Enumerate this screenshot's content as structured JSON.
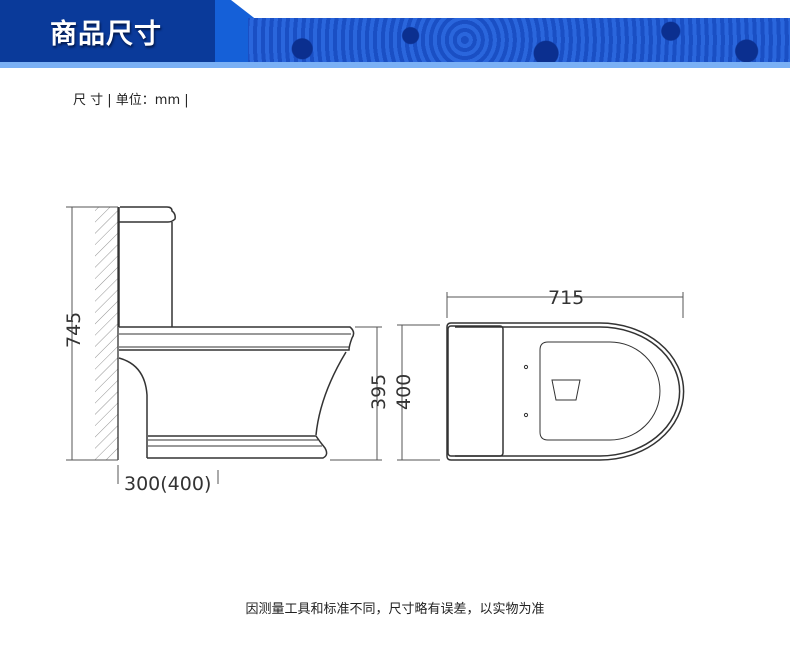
{
  "header": {
    "title": "商品尺寸"
  },
  "units_label": "尺 寸 | 单位：mm |",
  "dimensions": {
    "height": "745",
    "wall_distance": "300(400)",
    "seat_height": "395",
    "total_seat_height": "400",
    "length": "715"
  },
  "note": "因测量工具和标准不同，尺寸略有误差，以实物为准",
  "colors": {
    "header_dark": "#0a3a9a",
    "header_accent": "#1560d8",
    "header_bar": "#7ab0f5"
  }
}
